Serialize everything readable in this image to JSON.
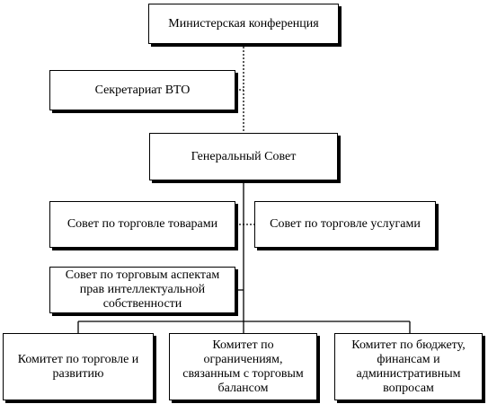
{
  "diagram": {
    "ministerial_conference": "Министерская конференция",
    "secretariat": "Секретариат ВТО",
    "general_council": "Генеральный Совет",
    "council_goods": "Совет по торговле товарами",
    "council_services": "Совет по торговле услугами",
    "council_trips": "Совет по торговым аспектам прав интеллектуальной собственности",
    "committee_trade_development": "Комитет по торговле и развитию",
    "committee_balance": "Комитет по ограничениям, связанным с торговым балансом",
    "committee_budget": "Комитет по бюджету, финансам и административным вопросам"
  }
}
